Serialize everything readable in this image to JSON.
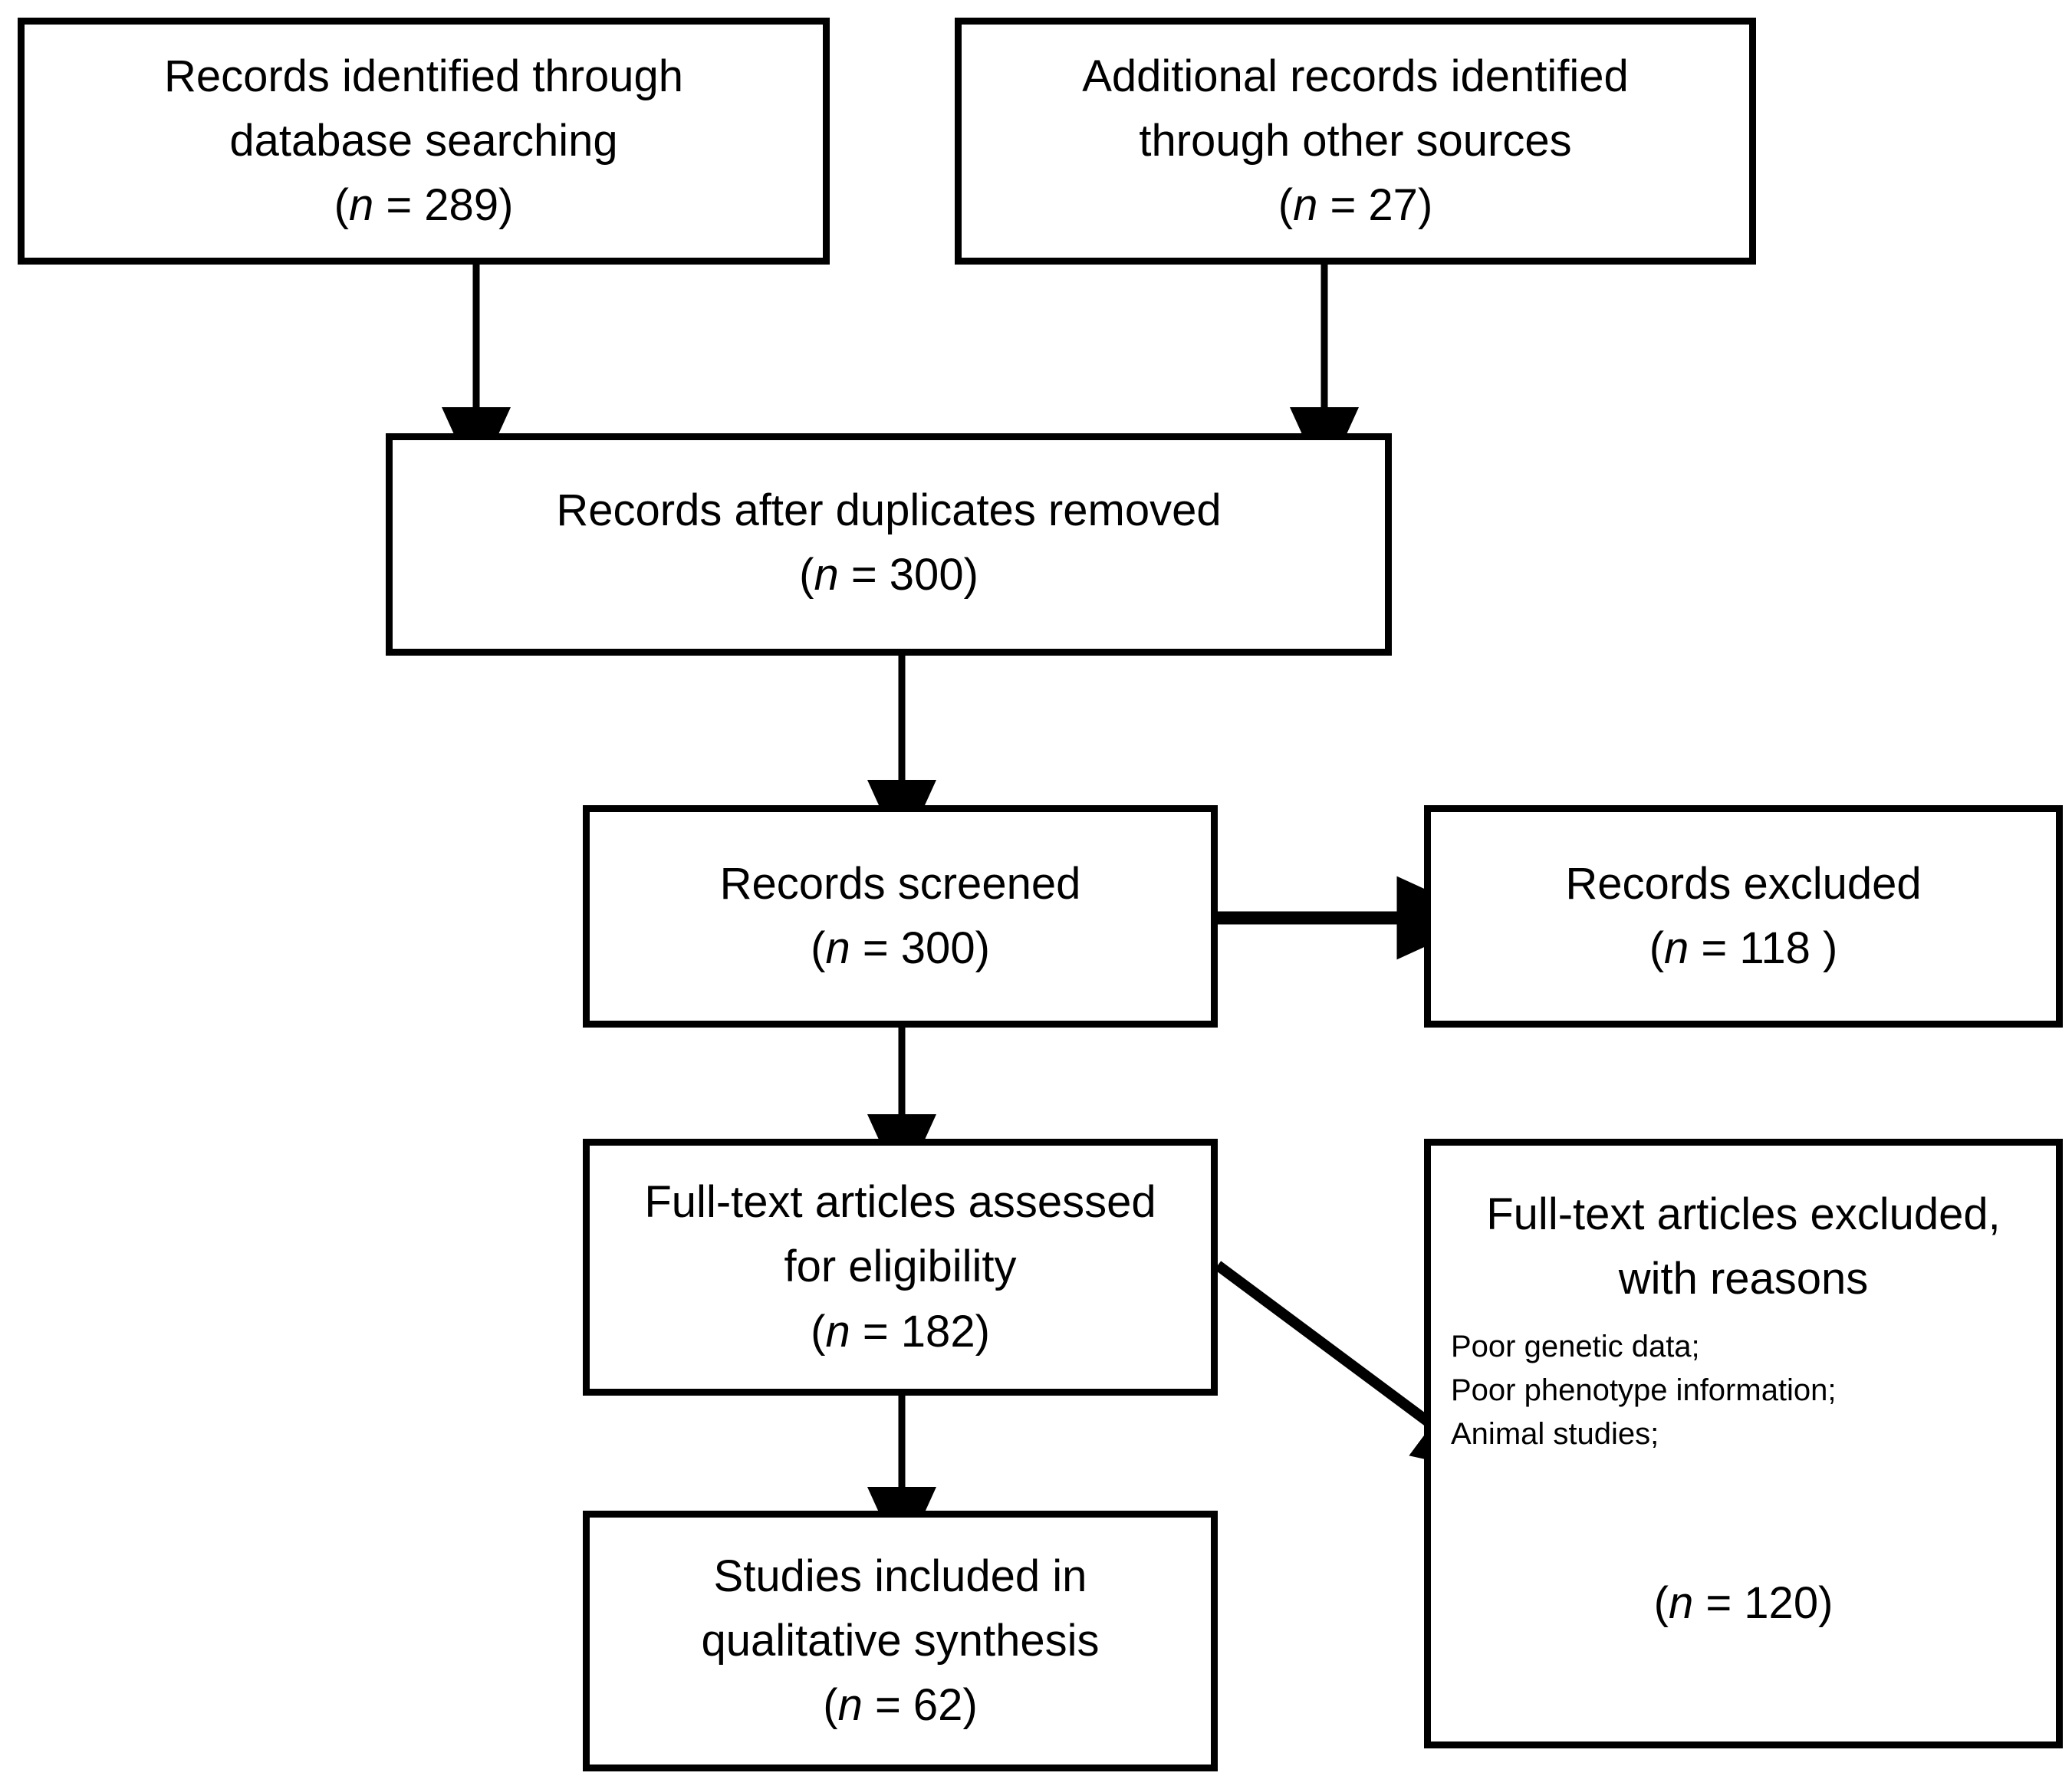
{
  "diagram": {
    "type": "prisma-flow-diagram",
    "stroke_color": "#000000",
    "background_color": "#ffffff",
    "nodes": {
      "database_searching": {
        "line1": "Records identified through",
        "line2": "database searching",
        "count_open": "(",
        "count_n": "n",
        "count_eq": " = 289)",
        "n_value": 289
      },
      "other_sources": {
        "line1": "Additional records identified",
        "line2": "through other sources",
        "count_open": "(",
        "count_n": "n",
        "count_eq": " = 27)",
        "n_value": 27
      },
      "duplicates_removed": {
        "line1": "Records after duplicates removed",
        "count_open": "(",
        "count_n": "n",
        "count_eq": " = 300)",
        "n_value": 300
      },
      "records_screened": {
        "line1": "Records screened",
        "count_open": "(",
        "count_n": "n",
        "count_eq": " = 300)",
        "n_value": 300
      },
      "records_excluded": {
        "line1": "Records excluded",
        "count_open": "(",
        "count_n": "n",
        "count_eq": " = 118 )",
        "n_value": 118
      },
      "fulltext_assessed": {
        "line1": "Full-text articles assessed",
        "line2": "for eligibility",
        "count_open": "(",
        "count_n": "n",
        "count_eq": " = 182)",
        "n_value": 182
      },
      "fulltext_excluded": {
        "line1": "Full-text articles excluded,",
        "line2": "with reasons",
        "reasons": [
          "Poor genetic data;",
          "Poor phenotype information;",
          "Animal studies;"
        ],
        "count_open": "(",
        "count_n": "n",
        "count_eq": " = 120)",
        "n_value": 120
      },
      "studies_included": {
        "line1": "Studies included in",
        "line2": "qualitative synthesis",
        "count_open": "(",
        "count_n": "n",
        "count_eq": " = 62)",
        "n_value": 62
      }
    },
    "edges": [
      {
        "from": "database_searching",
        "to": "duplicates_removed",
        "direction": "down"
      },
      {
        "from": "other_sources",
        "to": "duplicates_removed",
        "direction": "down"
      },
      {
        "from": "duplicates_removed",
        "to": "records_screened",
        "direction": "down"
      },
      {
        "from": "records_screened",
        "to": "records_excluded",
        "direction": "right"
      },
      {
        "from": "records_screened",
        "to": "fulltext_assessed",
        "direction": "down"
      },
      {
        "from": "fulltext_assessed",
        "to": "fulltext_excluded",
        "direction": "diagonal-right-down"
      },
      {
        "from": "fulltext_assessed",
        "to": "studies_included",
        "direction": "down"
      }
    ]
  }
}
